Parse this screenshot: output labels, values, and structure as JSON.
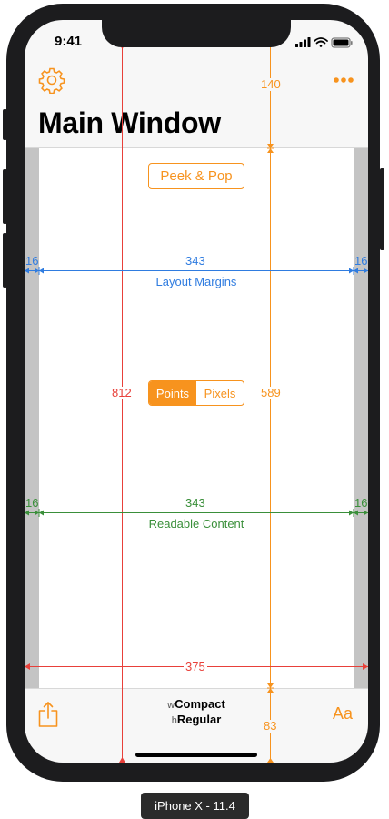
{
  "status_bar": {
    "time": "9:41"
  },
  "nav": {
    "settings_icon": "gear-icon",
    "more_icon": "ellipsis-icon",
    "title": "Main Window"
  },
  "buttons": {
    "peek_pop": "Peek & Pop"
  },
  "segmented": {
    "options": [
      "Points",
      "Pixels"
    ],
    "selected": "Points"
  },
  "layout_margins": {
    "left": "16",
    "width": "343",
    "right": "16",
    "label": "Layout Margins"
  },
  "readable_content": {
    "left": "16",
    "width": "343",
    "right": "16",
    "label": "Readable Content"
  },
  "metrics": {
    "screen_height": "812",
    "content_height": "589",
    "screen_width": "375",
    "top_inset": "140",
    "bottom_inset": "83"
  },
  "toolbar": {
    "share_icon": "share-icon",
    "width_prefix": "w",
    "width_class": "Compact",
    "height_prefix": "h",
    "height_class": "Regular",
    "text_size_label": "Aa"
  },
  "device_label": "iPhone X - 11.4",
  "colors": {
    "accent": "#f7931e",
    "blue": "#2f7ce0",
    "green": "#3a8f3a",
    "red": "#e8403a",
    "gutter": "#c4c4c4"
  }
}
